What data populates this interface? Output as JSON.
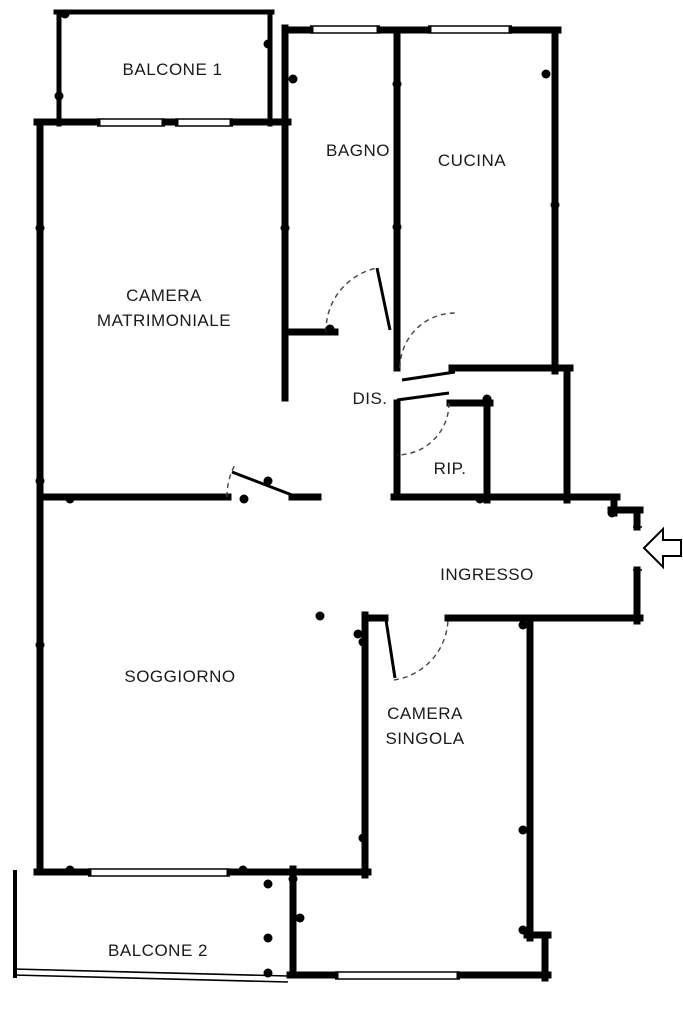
{
  "plan_type": "apartment floor plan",
  "colors": {
    "wall": "#000000",
    "background": "#ffffff",
    "text": "#1a1a1a"
  },
  "rooms": {
    "balcone1": {
      "label": "BALCONE 1"
    },
    "bagno": {
      "label": "BAGNO"
    },
    "cucina": {
      "label": "CUCINA"
    },
    "camera_matrimoniale": {
      "label": "CAMERA MATRIMONIALE"
    },
    "dis": {
      "label": "DIS."
    },
    "rip": {
      "label": "RIP."
    },
    "ingresso": {
      "label": "INGRESSO"
    },
    "soggiorno": {
      "label": "SOGGIORNO"
    },
    "camera_singola": {
      "label": "CAMERA SINGOLA"
    },
    "balcone2": {
      "label": "BALCONE 2"
    }
  },
  "icons": [
    {
      "name": "entrance-arrow-icon",
      "glyph": "⇦",
      "meaning": "main entrance direction"
    }
  ]
}
